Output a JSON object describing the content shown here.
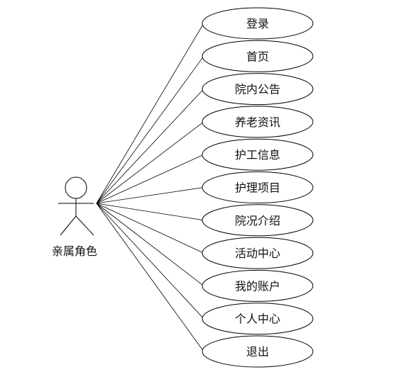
{
  "actor": {
    "label": "亲属角色"
  },
  "use_cases": [
    {
      "label": "登录"
    },
    {
      "label": "首页"
    },
    {
      "label": "院内公告"
    },
    {
      "label": "养老资讯"
    },
    {
      "label": "护工信息"
    },
    {
      "label": "护理项目"
    },
    {
      "label": "院况介绍"
    },
    {
      "label": "活动中心"
    },
    {
      "label": "我的账户"
    },
    {
      "label": "个人中心"
    },
    {
      "label": "退出"
    }
  ]
}
